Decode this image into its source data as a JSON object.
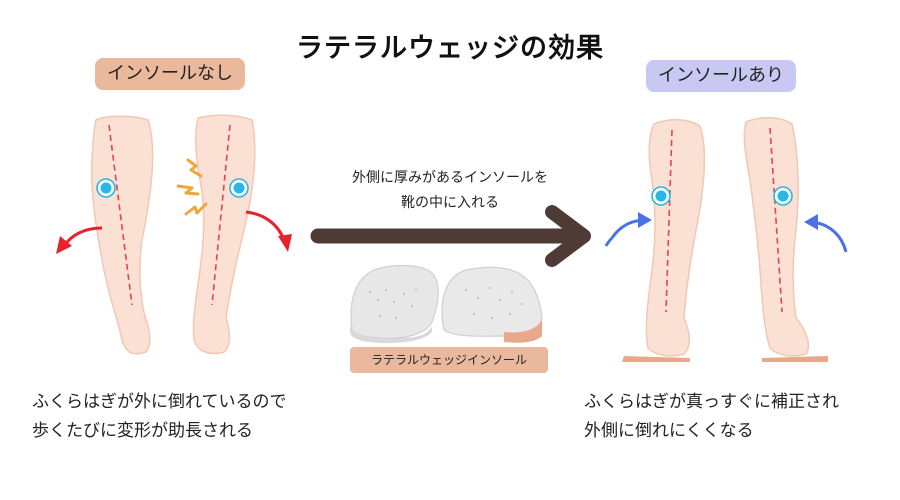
{
  "title": "ラテラルウェッジの効果",
  "left_panel": {
    "badge": "インソールなし",
    "caption_line1": "ふくらはぎが外に倒れているので",
    "caption_line2": "歩くたびに変形が助長される"
  },
  "right_panel": {
    "badge": "インソールあり",
    "caption_line1": "ふくらはぎが真っすぐに補正され",
    "caption_line2": "外側に倒れにくくなる"
  },
  "middle": {
    "arrow_text_line1": "外側に厚みがあるインソールを",
    "arrow_text_line2": "靴の中に入れる",
    "insole_label": "ラテラルウェッジインソール"
  },
  "colors": {
    "skin": "#fbe0d4",
    "skin_outline": "#f2c7b4",
    "axis_line": "#e8434f",
    "knee_dot": "#2ab6e8",
    "red_arrow": "#e8222d",
    "blue_arrow": "#4a72e6",
    "pain_mark": "#f0a63a",
    "big_arrow": "#4f3b35",
    "insole": "#e7e7e7",
    "wedge": "#e8a88a"
  }
}
